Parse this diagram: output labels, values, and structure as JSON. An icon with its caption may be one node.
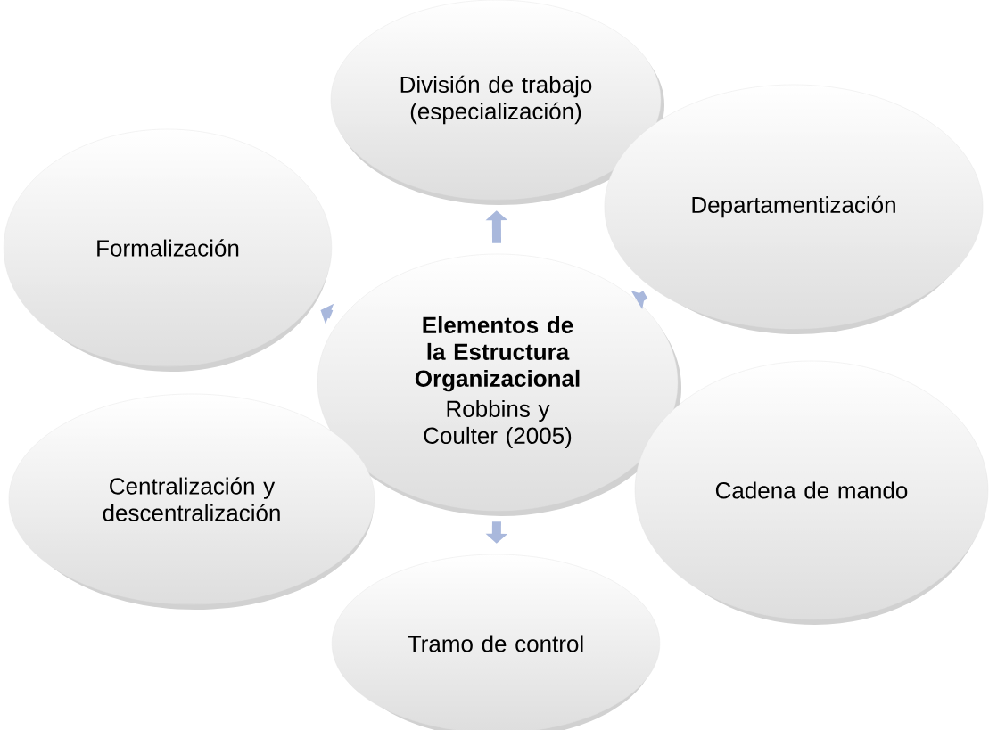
{
  "diagram": {
    "nodes": [
      {
        "text": [
          "División de trabajo (especialización)"
        ]
      },
      {
        "text": [
          "Departamentización"
        ]
      },
      {
        "text": [
          "Formalización"
        ]
      },
      {
        "text": [
          "Elementos de la Estructura Organizacional",
          "Robbins y Coulter (2005)"
        ]
      },
      {
        "text": [
          "Cadena de mando"
        ]
      },
      {
        "text": [
          "Centralización y descentralización"
        ]
      },
      {
        "text": [
          "Tramo de control"
        ]
      }
    ],
    "edges": [
      {
        "from": 3,
        "to": 0,
        "arrow": "to"
      },
      {
        "from": 3,
        "to": 1,
        "arrow": "to"
      },
      {
        "from": 3,
        "to": 6,
        "arrow": "to"
      },
      {
        "from": 3,
        "to": 2,
        "arrow": "to"
      }
    ]
  }
}
